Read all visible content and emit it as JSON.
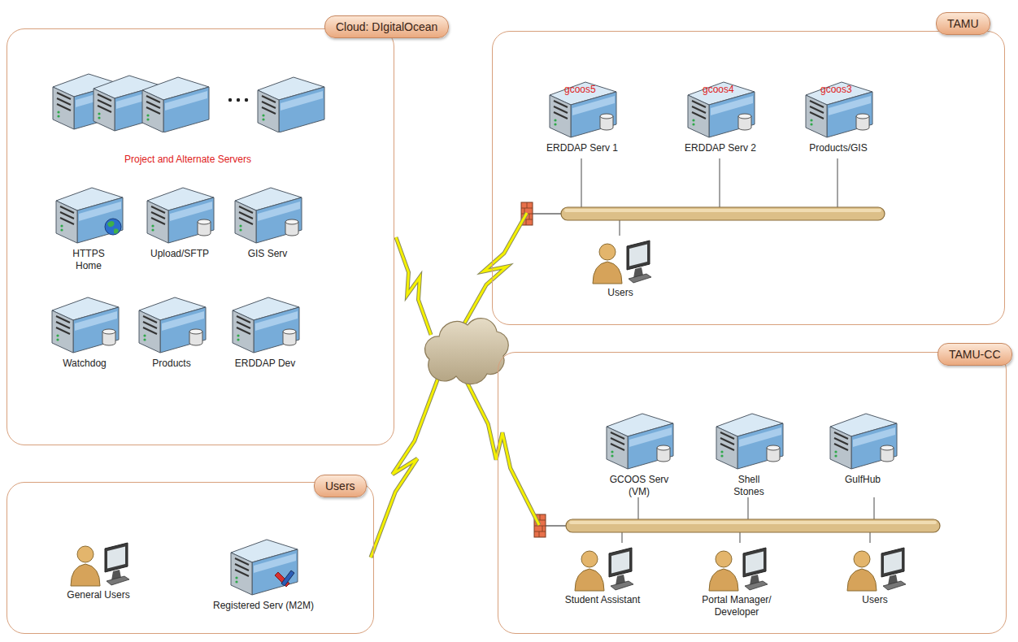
{
  "diagram": {
    "nodes": [
      {
        "text": [
          "Cloud: DIgitalOcean"
        ]
      },
      {
        "text": [
          "Project and Alternate Servers"
        ],
        "in": 0
      },
      {
        "text": [
          "HTTPS Home"
        ],
        "in": 0
      },
      {
        "text": [
          "Upload/SFTP"
        ],
        "in": 0
      },
      {
        "text": [
          "GIS Serv"
        ],
        "in": 0
      },
      {
        "text": [
          "Watchdog"
        ],
        "in": 0
      },
      {
        "text": [
          "Products"
        ],
        "in": 0
      },
      {
        "text": [
          "ERDDAP Dev"
        ],
        "in": 0
      },
      {
        "text": [
          "TAMU"
        ]
      },
      {
        "text": [
          "gcoos5",
          "ERDDAP Serv 1"
        ],
        "in": 8
      },
      {
        "text": [
          "gcoos4",
          "ERDDAP Serv 2"
        ],
        "in": 8
      },
      {
        "text": [
          "gcoos3",
          "Products/GIS"
        ],
        "in": 8
      },
      {
        "text": [
          "Users"
        ],
        "in": 8
      },
      {
        "text": [
          "Users"
        ]
      },
      {
        "text": [
          "General Users"
        ],
        "in": 13
      },
      {
        "text": [
          "Registered Serv (M2M)"
        ],
        "in": 13
      },
      {
        "text": [
          "TAMU-CC"
        ]
      },
      {
        "text": [
          "GCOOS Serv (VM)"
        ],
        "in": 16
      },
      {
        "text": [
          "Shell Stones"
        ],
        "in": 16
      },
      {
        "text": [
          "GulfHub"
        ],
        "in": 16
      },
      {
        "text": [
          "Student Assistant"
        ],
        "in": 16
      },
      {
        "text": [
          "Portal Manager/ Developer"
        ],
        "in": 16
      },
      {
        "text": [
          "Users"
        ],
        "in": 16
      }
    ]
  }
}
